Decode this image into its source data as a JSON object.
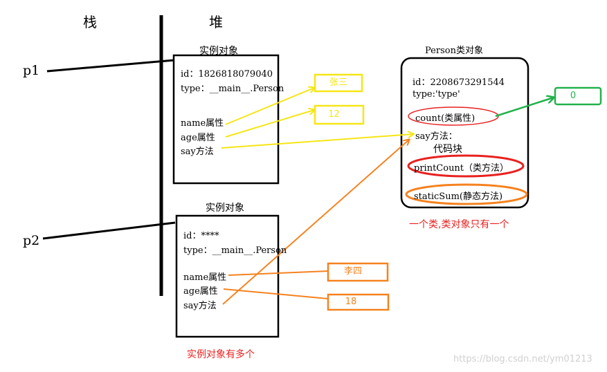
{
  "labels": {
    "stack": "栈",
    "heap": "堆",
    "p1": "p1",
    "p2": "p2"
  },
  "instance1": {
    "title": "实例对象",
    "id_line": "id：1826818079040",
    "type_line": "type：__main__.Person",
    "name_attr": "name属性",
    "age_attr": "age属性",
    "say_method": "say方法"
  },
  "instance2": {
    "title": "实例对象",
    "id_line": "id：****",
    "type_line": "type：__main__.Person",
    "name_attr": "name属性",
    "age_attr": "age属性",
    "say_method": "say方法"
  },
  "class_object": {
    "title": "Person类对象",
    "id_line": "id：2208673291544",
    "type_line": "type:'type'",
    "count_attr": "count(类属性)",
    "say_method": "say方法：",
    "code_block": "代码块",
    "print_count": "printCount（类方法）",
    "static_sum": "staticSum(静态方法)"
  },
  "values": {
    "zhangsan": "张三",
    "age12": "12",
    "count0": "0",
    "lisi": "李四",
    "age18": "18"
  },
  "notes": {
    "class_note": "一个类,类对象只有一个",
    "instance_note": "实例对象有多个",
    "watermark": "https://blog.csdn.net/ym01213"
  },
  "colors": {
    "yellow": "#f5e614",
    "orange": "#f5821f",
    "green": "#22b14c",
    "red": "#e8211f",
    "black": "#000000"
  }
}
